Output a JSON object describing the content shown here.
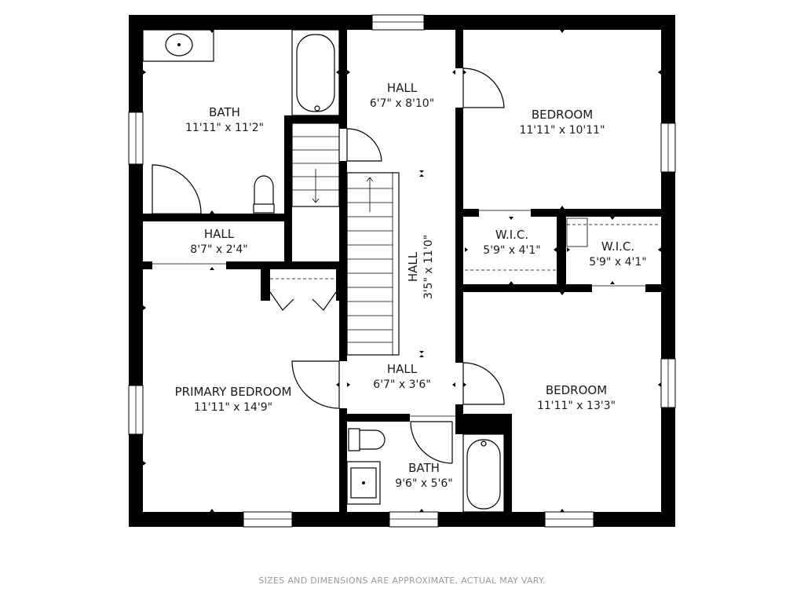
{
  "rooms": [
    {
      "name": "BATH",
      "dims": "11'11\" x 11'2\""
    },
    {
      "name": "HALL",
      "dims": "6'7\" x 8'10\""
    },
    {
      "name": "BEDROOM",
      "dims": "11'11\" x 10'11\""
    },
    {
      "name": "HALL",
      "dims": "8'7\" x 2'4\""
    },
    {
      "name": "W.I.C.",
      "dims": "5'9\" x 4'1\""
    },
    {
      "name": "W.I.C.",
      "dims": "5'9\" x 4'1\""
    },
    {
      "name": "HALL",
      "dims": "3'5\" x 11'0\""
    },
    {
      "name": "HALL",
      "dims": "6'7\" x 3'6\""
    },
    {
      "name": "PRIMARY BEDROOM",
      "dims": "11'11\" x 14'9\""
    },
    {
      "name": "BEDROOM",
      "dims": "11'11\" x 13'3\""
    },
    {
      "name": "BATH",
      "dims": "9'6\" x 5'6\""
    }
  ],
  "disclaimer": "SIZES AND DIMENSIONS ARE APPROXIMATE, ACTUAL MAY VARY."
}
